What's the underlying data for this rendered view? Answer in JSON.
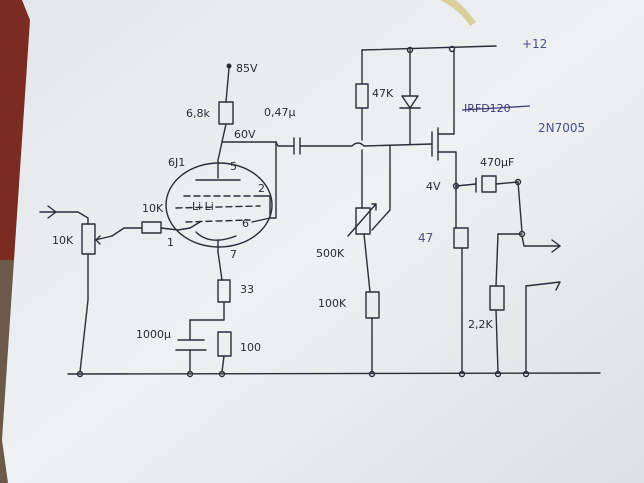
{
  "labels": {
    "supply_hv": "85V",
    "supply_lv": "+12",
    "r_plate": "6,8k",
    "c_coupling": "0,47µ",
    "plate_voltage": "60V",
    "tube": "6J1",
    "pin_5": "5",
    "pin_2": "2",
    "pin_1": "1",
    "pin_6": "6",
    "pin_7": "7",
    "r_grid": "10K",
    "pot_input": "10K",
    "r_cathode_1": "33",
    "r_cathode_2": "100",
    "c_bypass": "1000µ",
    "r_gate_top": "47K",
    "r_trim": "500K",
    "r_gate_bottom": "100K",
    "mosfet_struck": "IRFD120",
    "mosfet": "2N7005",
    "r_source": "47",
    "source_voltage": "4V",
    "c_output": "470µF",
    "r_load": "2,2K"
  },
  "colors": {
    "paper": "#eceef0",
    "ink": "#2c2c3a",
    "blue_pen": "#4a4f8a",
    "background": "#6b5a4a"
  }
}
